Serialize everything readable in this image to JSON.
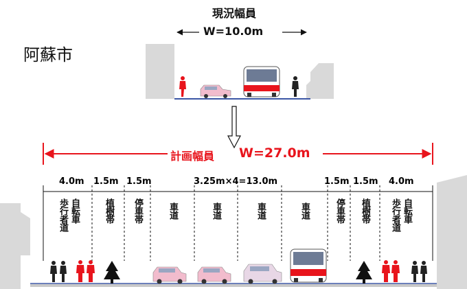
{
  "location": "阿蘇市",
  "current": {
    "title": "現況幅員",
    "width": "W=10.0m"
  },
  "planned": {
    "title": "計画幅員",
    "width": "W=27.0m",
    "dimensions": [
      "4.0m",
      "1.5m",
      "1.5m",
      "3.25m×4=13.0m",
      "1.5m",
      "1.5m",
      "4.0m"
    ],
    "zones": [
      {
        "label": "自転車",
        "label2": "歩行者道"
      },
      {
        "label": "植樹帯"
      },
      {
        "label": "停車帯"
      },
      {
        "label": "車道"
      },
      {
        "label": "車道"
      },
      {
        "label": "車道"
      },
      {
        "label": "車道"
      },
      {
        "label": "停車帯"
      },
      {
        "label": "植樹帯"
      },
      {
        "label": "自転車",
        "label2": "歩行者道"
      }
    ]
  },
  "colors": {
    "accent": "#e8141c",
    "building": "#d9d9d9",
    "road": "#3a55a4"
  }
}
